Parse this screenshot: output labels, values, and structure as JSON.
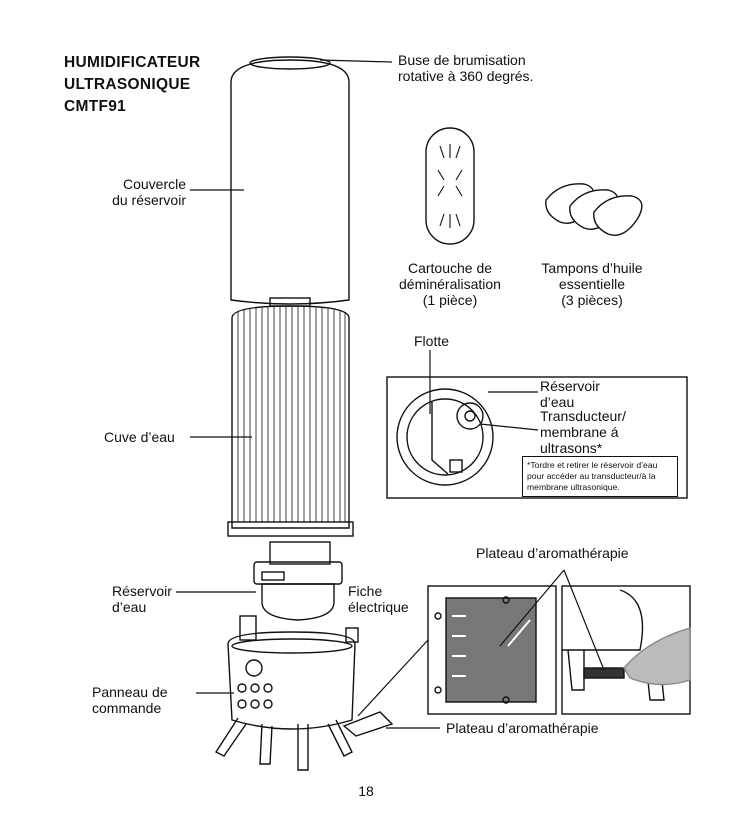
{
  "title": {
    "line1": "HUMIDIFICATEUR",
    "line2": "ULTRASONIQUE",
    "line3": "CMTF91"
  },
  "labels": {
    "nozzle": {
      "line1": "Buse de brumisation",
      "line2": "rotative à 360 degrés."
    },
    "tank_cover": {
      "line1": "Couvercle",
      "line2": "du réservoir"
    },
    "water_tank": "Cuve d’eau",
    "water_reservoir": {
      "line1": "Réservoir",
      "line2": "d’eau"
    },
    "plug": {
      "line1": "Fiche",
      "line2": "électrique"
    },
    "control_panel": {
      "line1": "Panneau de",
      "line2": "commande"
    },
    "aroma_tray_top": "Plateau d’aromathérapie",
    "aroma_tray_bottom": "Plateau d’aromathérapie",
    "cartridge": {
      "line1": "Cartouche de",
      "line2": "déminéralisation",
      "line3": "(1 pièce)"
    },
    "pads": {
      "line1": "Tampons d’huile",
      "line2": "essentielle",
      "line3": "(3 pièces)"
    },
    "float": "Flotte",
    "inset_reservoir": {
      "line1": "Réservoir",
      "line2": "d’eau"
    },
    "transducer": {
      "line1": "Transducteur/",
      "line2": "membrane á",
      "line3": "ultrasons*"
    }
  },
  "note": "*Tordre et retirer le réservoir d’eau pour accéder au transducteur/à la membrane ultrasonique.",
  "page_number": "18",
  "icons": [
    "humidifier-illustration",
    "cartridge-illustration",
    "oil-pads-illustration",
    "reservoir-inset-illustration",
    "aroma-tray-inset-illustration"
  ]
}
